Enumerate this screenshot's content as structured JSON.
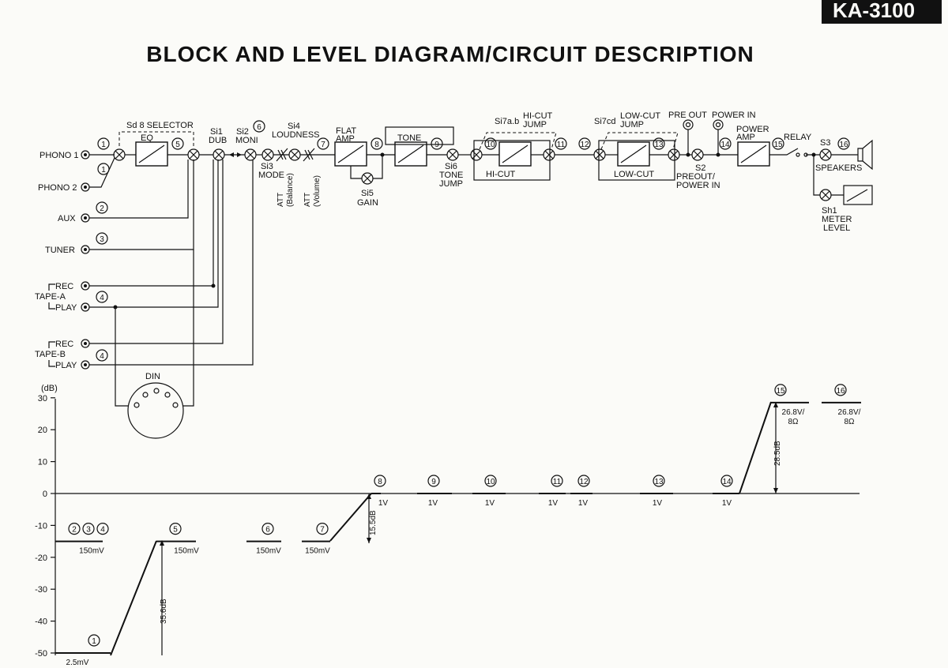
{
  "corner_label": "KA-3100",
  "title": "BLOCK AND LEVEL DIAGRAM/CIRCUIT DESCRIPTION",
  "inputs": [
    "PHONO 1",
    "PHONO 2",
    "AUX",
    "TUNER"
  ],
  "tape_a": {
    "name": "TAPE-A",
    "rec": "REC",
    "play": "PLAY"
  },
  "tape_b": {
    "name": "TAPE-B",
    "rec": "REC",
    "play": "PLAY"
  },
  "din": "DIN",
  "blocks": {
    "eq": "EQ",
    "flat_amp": [
      "FLAT",
      "AMP"
    ],
    "tone": "TONE",
    "hi_cut": "HI-CUT",
    "low_cut": "LOW-CUT",
    "power_amp": [
      "POWER",
      "AMP"
    ]
  },
  "switches": {
    "selector": "Sd 8  SELECTOR",
    "dub": [
      "Si1",
      "DUB"
    ],
    "moni": [
      "Si2",
      "MONI"
    ],
    "mode": [
      "Si3",
      "MODE"
    ],
    "loudness": [
      "Si4",
      "LOUDNESS"
    ],
    "gain": [
      "Si5",
      "GAIN"
    ],
    "tone_jump": [
      "Si6",
      "TONE",
      "JUMP"
    ],
    "hicut_jump": [
      "Si7a.b",
      "HI-CUT",
      "JUMP"
    ],
    "lowcut_jump": [
      "Si7cd",
      "LOW-CUT",
      "JUMP"
    ],
    "pre_out": "PRE OUT",
    "power_in": "POWER IN",
    "preout_powerin": [
      "S2",
      "PREOUT/",
      "POWER IN"
    ],
    "relay": "RELAY",
    "speakers": [
      "S3",
      "SPEAKERS"
    ],
    "meter": [
      "Sh1",
      "METER",
      "LEVEL"
    ]
  },
  "att": {
    "balance": [
      "ATT",
      "(Balance)"
    ],
    "volume": [
      "ATT",
      "(Volume)"
    ]
  },
  "nodes": [
    "1",
    "1",
    "2",
    "3",
    "4",
    "4",
    "5",
    "6",
    "7",
    "8",
    "9",
    "10",
    "11",
    "12",
    "13",
    "14",
    "15",
    "16"
  ],
  "chart_data": {
    "type": "line",
    "ylabel": "(dB)",
    "yticks": [
      30,
      20,
      10,
      0,
      -10,
      -20,
      -30,
      -40,
      -50
    ],
    "ylim": [
      -50,
      30
    ],
    "levels": [
      {
        "node": "2 3 4",
        "db": -15,
        "label": "150mV"
      },
      {
        "node": "1",
        "db": -50,
        "label": "2.5mV"
      },
      {
        "node": "5",
        "db": -15,
        "label": "150mV"
      },
      {
        "node": "6",
        "db": -15,
        "label": "150mV"
      },
      {
        "node": "7",
        "db": -15,
        "label": "150mV"
      },
      {
        "node": "8",
        "db": 0,
        "label": "1V"
      },
      {
        "node": "9",
        "db": 0,
        "label": "1V"
      },
      {
        "node": "10",
        "db": 0,
        "label": "1V"
      },
      {
        "node": "11",
        "db": 0,
        "label": "1V"
      },
      {
        "node": "12",
        "db": 0,
        "label": "1V"
      },
      {
        "node": "13",
        "db": 0,
        "label": "1V"
      },
      {
        "node": "14",
        "db": 0,
        "label": "1V"
      },
      {
        "node": "15",
        "db": 28.5,
        "label": [
          "26.8V/",
          "8Ω"
        ]
      },
      {
        "node": "16",
        "db": 28.5,
        "label": [
          "26.8V/",
          "8Ω"
        ]
      }
    ],
    "gains": [
      "35.6dB",
      "15.5dB",
      "28.5dB"
    ]
  }
}
